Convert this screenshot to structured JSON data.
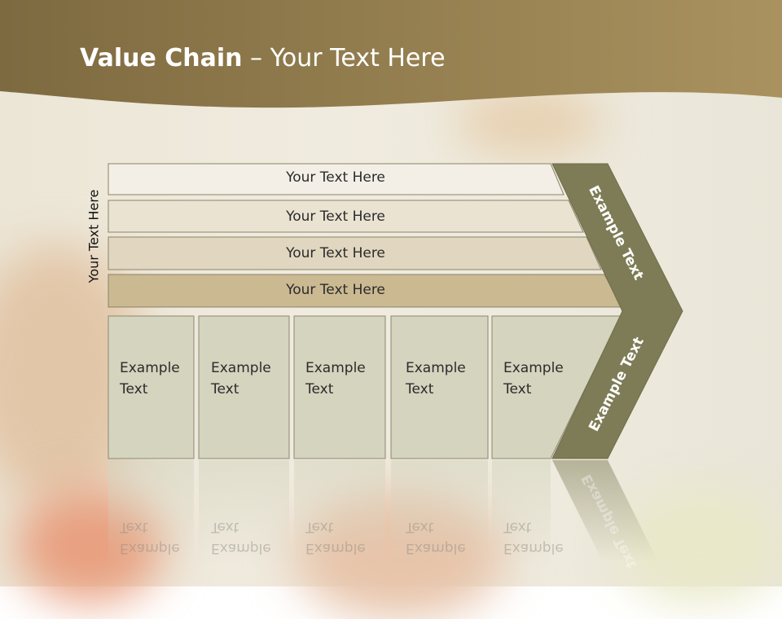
{
  "title": {
    "bold": "Value Chain",
    "rest": " – Your Text Here"
  },
  "side_label": "Your Text Here",
  "rows": [
    "Your Text Here",
    "Your Text Here",
    "Your Text Here",
    "Your Text Here"
  ],
  "boxes": [
    "Example\nText",
    "Example\nText",
    "Example\nText",
    "Example\nText",
    "Example\nText"
  ],
  "arrow": {
    "top_label": "Example Text",
    "bottom_label": "Example Text"
  },
  "colors": {
    "header": "#8f7a4c",
    "arrow": "#7e7c56",
    "row1": "#f3efe6",
    "row2": "#ebe3d2",
    "row3": "#e1d6bf",
    "row4": "#cbb992",
    "box": "#d4d4bf"
  }
}
